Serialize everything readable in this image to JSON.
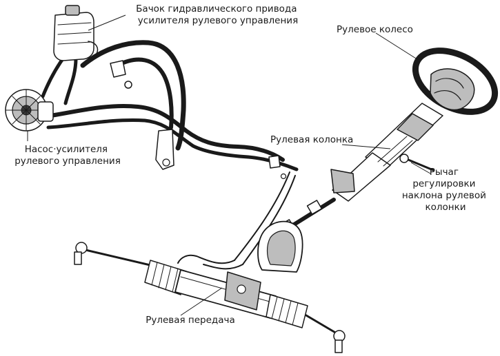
{
  "labels": {
    "reservoir": [
      "Бачок гидравлического привода",
      "усилителя рулевого управления"
    ],
    "steering_wheel": [
      "Рулевое колесо"
    ],
    "steering_column": [
      "Рулевая колонка"
    ],
    "pump": [
      "Насос·усилителя",
      "рулевого управления"
    ],
    "tilt_lever": [
      "Рычаг",
      "регулировки",
      "наклона рулевой",
      "колонки"
    ],
    "steering_gear": [
      "Рулевая передача"
    ]
  }
}
